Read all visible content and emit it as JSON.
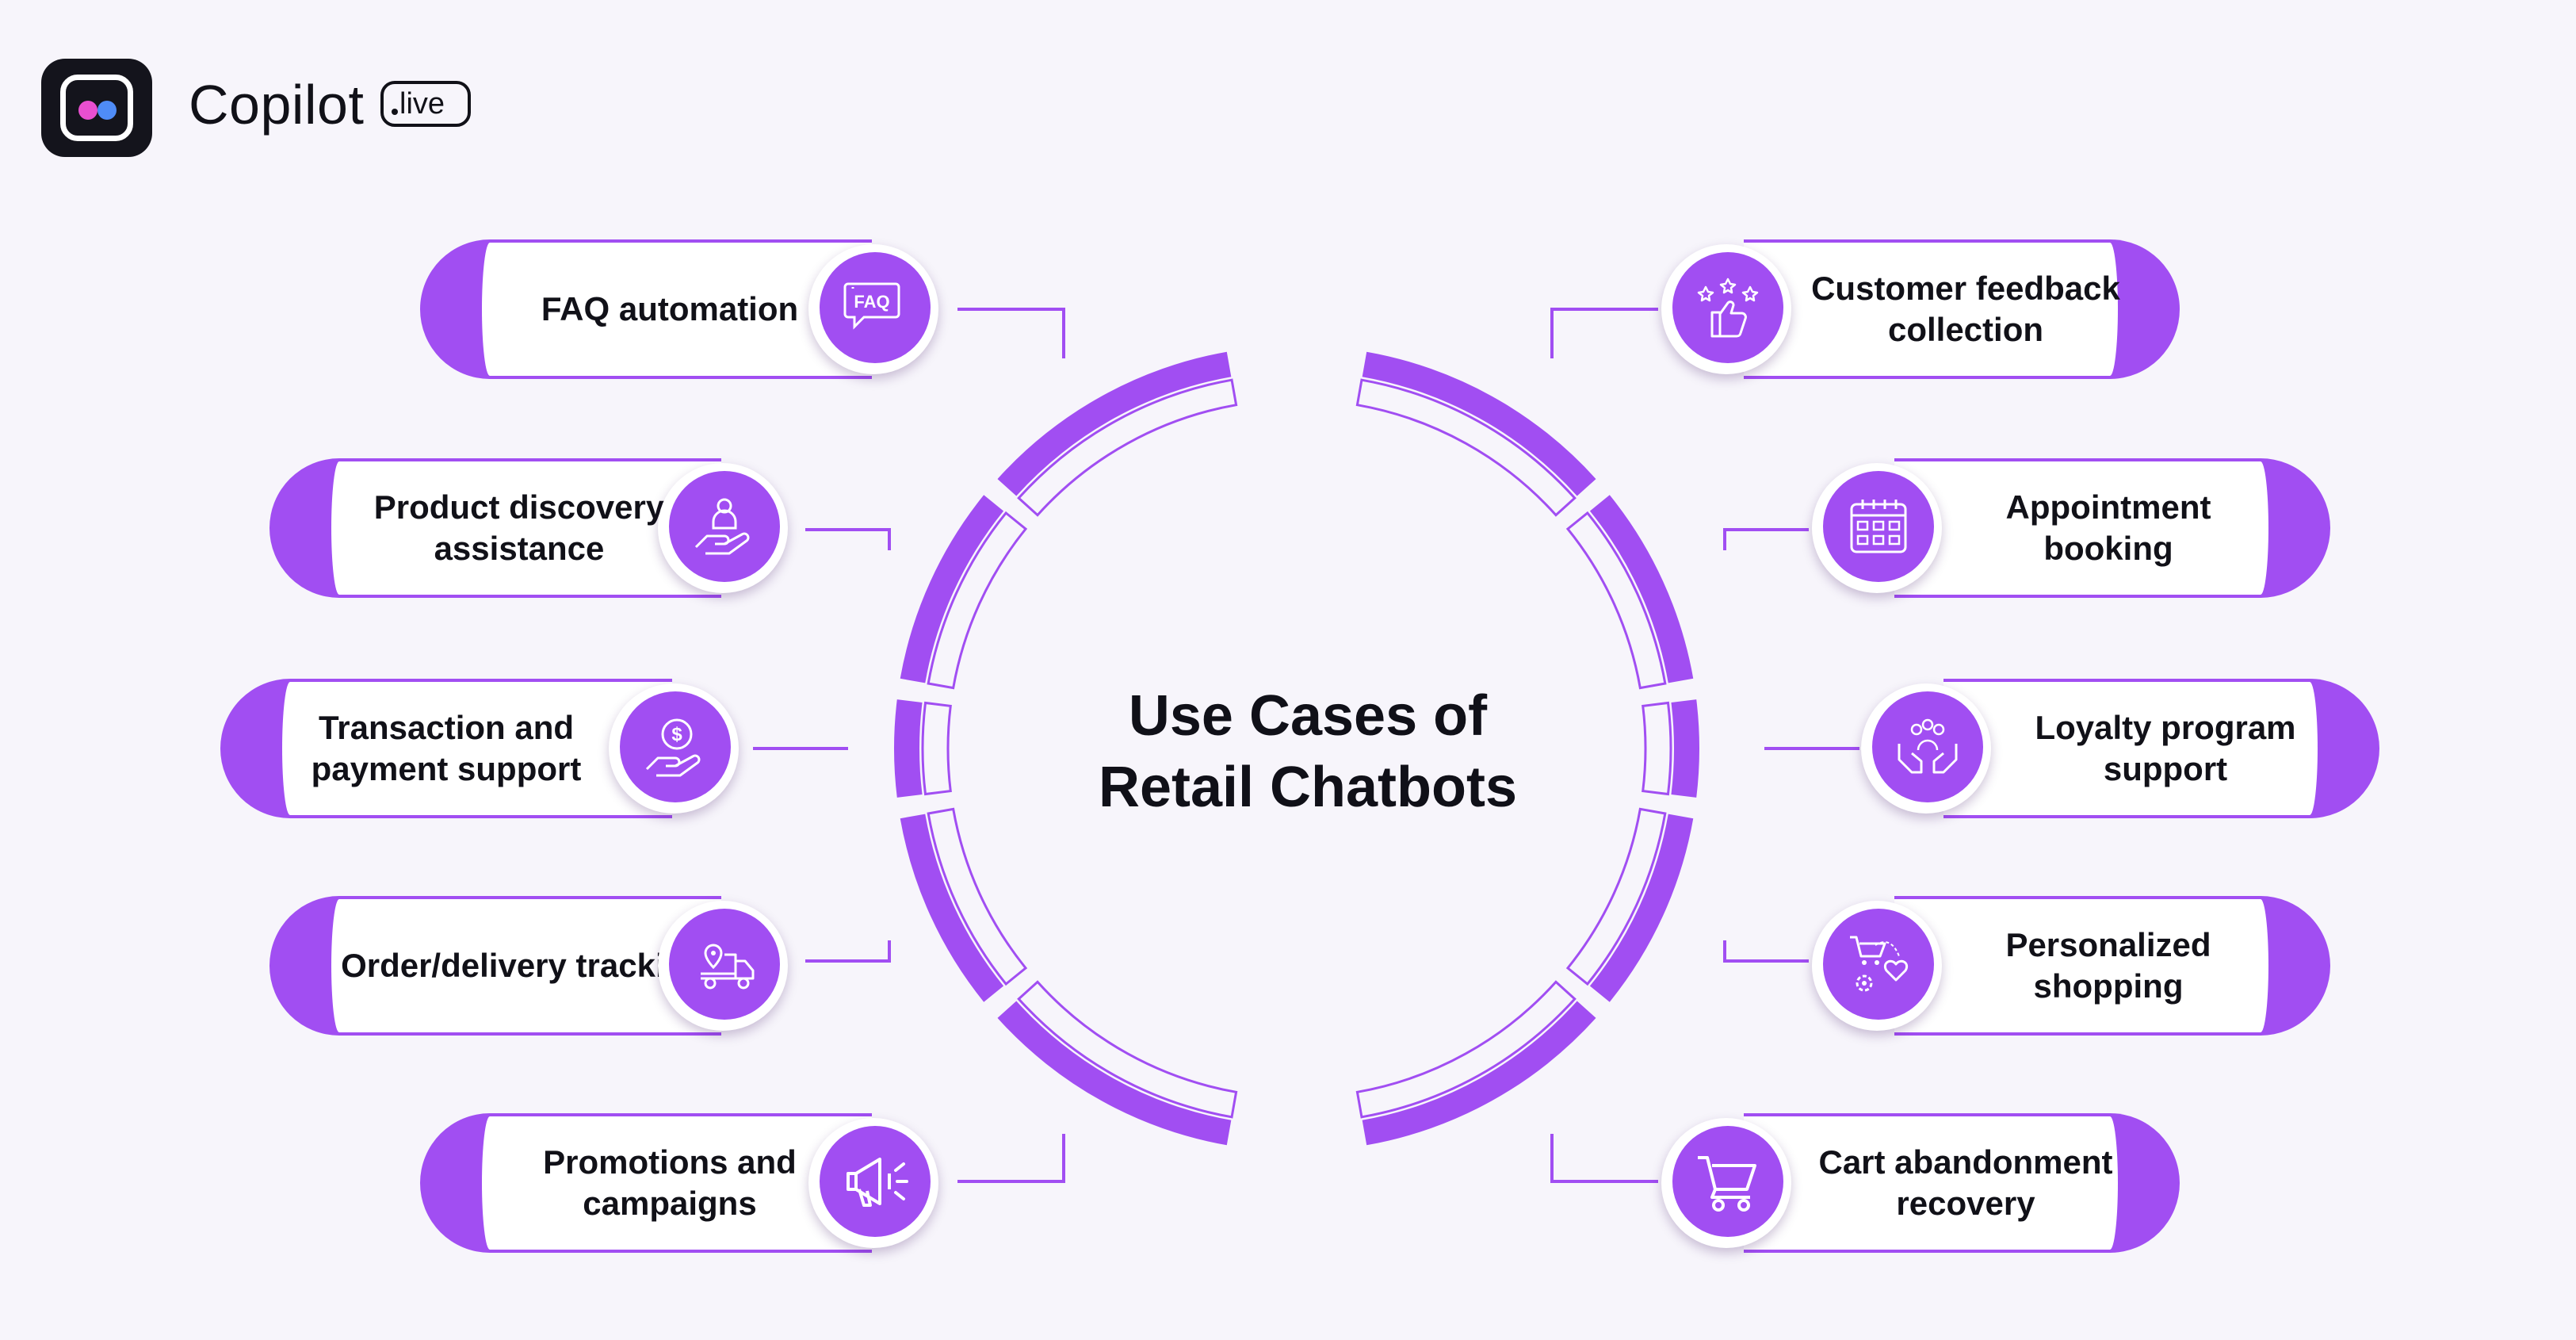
{
  "brand": {
    "name": "Copilot",
    "tag": "live",
    "logo_colors": [
      "#e94fd0",
      "#4f8cf7"
    ]
  },
  "title": {
    "line1": "Use Cases of",
    "line2": "Retail Chatbots"
  },
  "accent_color": "#a14ef2",
  "left_items": [
    {
      "label": "FAQ automation",
      "icon": "faq-icon"
    },
    {
      "label": "Product discovery assistance",
      "icon": "hand-person-icon"
    },
    {
      "label": "Transaction and payment support",
      "icon": "hand-dollar-icon"
    },
    {
      "label": "Order/delivery tracking",
      "icon": "delivery-truck-icon"
    },
    {
      "label": "Promotions and campaigns",
      "icon": "megaphone-icon"
    }
  ],
  "right_items": [
    {
      "label": "Customer feedback collection",
      "icon": "thumbs-up-stars-icon"
    },
    {
      "label": "Appointment booking",
      "icon": "calendar-icon"
    },
    {
      "label": "Loyalty program support",
      "icon": "loyalty-hands-icon"
    },
    {
      "label": "Personalized shopping",
      "icon": "cart-heart-icon"
    },
    {
      "label": "Cart abandonment recovery",
      "icon": "shopping-cart-icon"
    }
  ]
}
